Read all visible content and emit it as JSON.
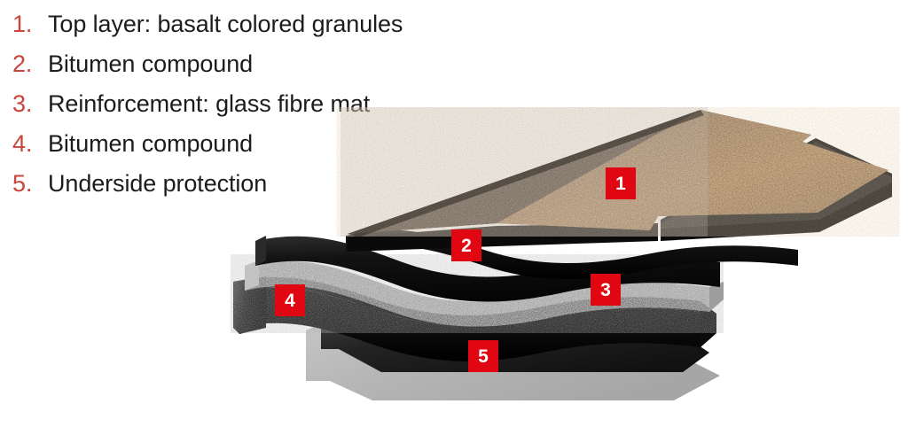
{
  "legend": {
    "items": [
      {
        "num": "1.",
        "label": "Top layer: basalt colored granules"
      },
      {
        "num": "2.",
        "label": "Bitumen compound"
      },
      {
        "num": "3.",
        "label": "Reinforcement: glass fibre mat"
      },
      {
        "num": "4.",
        "label": "Bitumen compound"
      },
      {
        "num": "5.",
        "label": "Underside protection"
      }
    ]
  },
  "diagram": {
    "title": "bitumen-shingle-cutaway",
    "badges": [
      {
        "id": "1",
        "label": "1",
        "layer": "granules"
      },
      {
        "id": "2",
        "label": "2",
        "layer": "bitumen-upper"
      },
      {
        "id": "3",
        "label": "3",
        "layer": "glass-fibre-mat"
      },
      {
        "id": "4",
        "label": "4",
        "layer": "bitumen-lower"
      },
      {
        "id": "5",
        "label": "5",
        "layer": "underside-protection"
      }
    ]
  },
  "colors": {
    "legend_number": "#c9453b",
    "legend_text": "#1c1c1c",
    "badge_background": "#e00712",
    "badge_text": "#ffffff",
    "granule_brown": "#8a6a46",
    "granule_dark": "#4a3f37",
    "bitumen_black": "#151515",
    "glass_fibre_gray": "#b3b3b3",
    "underside_film_gray": "#b9b9b9",
    "background": "#ffffff"
  }
}
